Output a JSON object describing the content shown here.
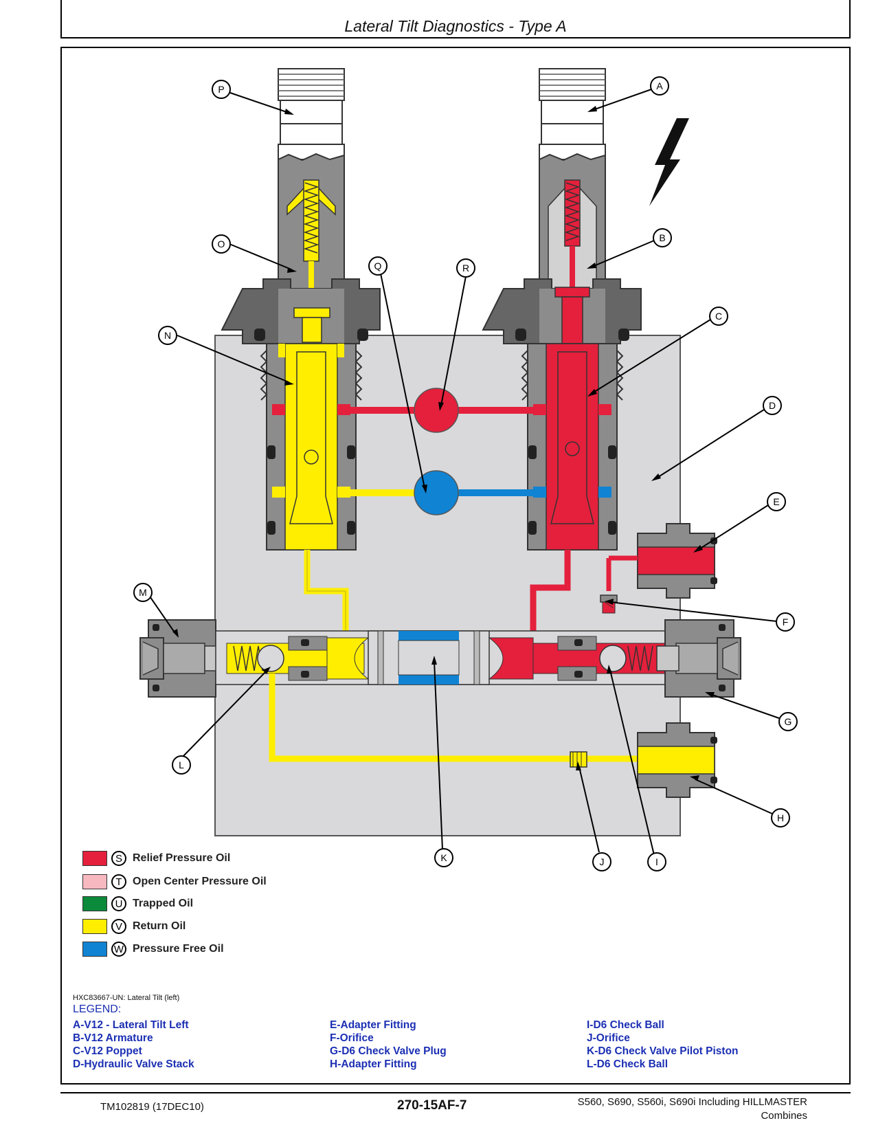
{
  "page": {
    "title": "Lateral Tilt Diagnostics - Type A",
    "figure_id": "HXC83667-UN: Lateral Tilt (left)",
    "legend_heading": "LEGEND:"
  },
  "callouts": [
    "A",
    "B",
    "C",
    "D",
    "E",
    "F",
    "G",
    "H",
    "I",
    "J",
    "K",
    "L",
    "M",
    "N",
    "O",
    "P",
    "Q",
    "R"
  ],
  "colors": {
    "relief": "#e4203c",
    "open_center": "#f7b8c0",
    "trapped": "#0a8a3a",
    "return": "#ffee00",
    "pressure_free": "#1083d3",
    "housing": "#d9d9db",
    "metal": "#8c8c8c",
    "dark_metal": "#555555"
  },
  "oil_legend": [
    {
      "letter": "S",
      "label": "Relief Pressure Oil",
      "color": "#e4203c"
    },
    {
      "letter": "T",
      "label": "Open Center Pressure Oil",
      "color": "#f7b8c0"
    },
    {
      "letter": "U",
      "label": "Trapped Oil",
      "color": "#0a8a3a"
    },
    {
      "letter": "V",
      "label": "Return Oil",
      "color": "#ffee00"
    },
    {
      "letter": "W",
      "label": "Pressure Free Oil",
      "color": "#1083d3"
    }
  ],
  "parts": {
    "col1": [
      "A-V12 - Lateral Tilt Left",
      "B-V12 Armature",
      "C-V12 Poppet",
      "D-Hydraulic Valve Stack"
    ],
    "col2": [
      "E-Adapter Fitting",
      "F-Orifice",
      "G-D6 Check Valve Plug",
      "H-Adapter Fitting"
    ],
    "col3": [
      "I-D6 Check Ball",
      "J-Orifice",
      "K-D6 Check Valve Pilot Piston",
      "L-D6 Check Ball"
    ]
  },
  "footer": {
    "doc_id": "TM102819 (17DEC10)",
    "page_number": "270-15AF-7",
    "models": "S560, S690, S560i, S690i Including HILLMASTER",
    "category": "Combines"
  }
}
